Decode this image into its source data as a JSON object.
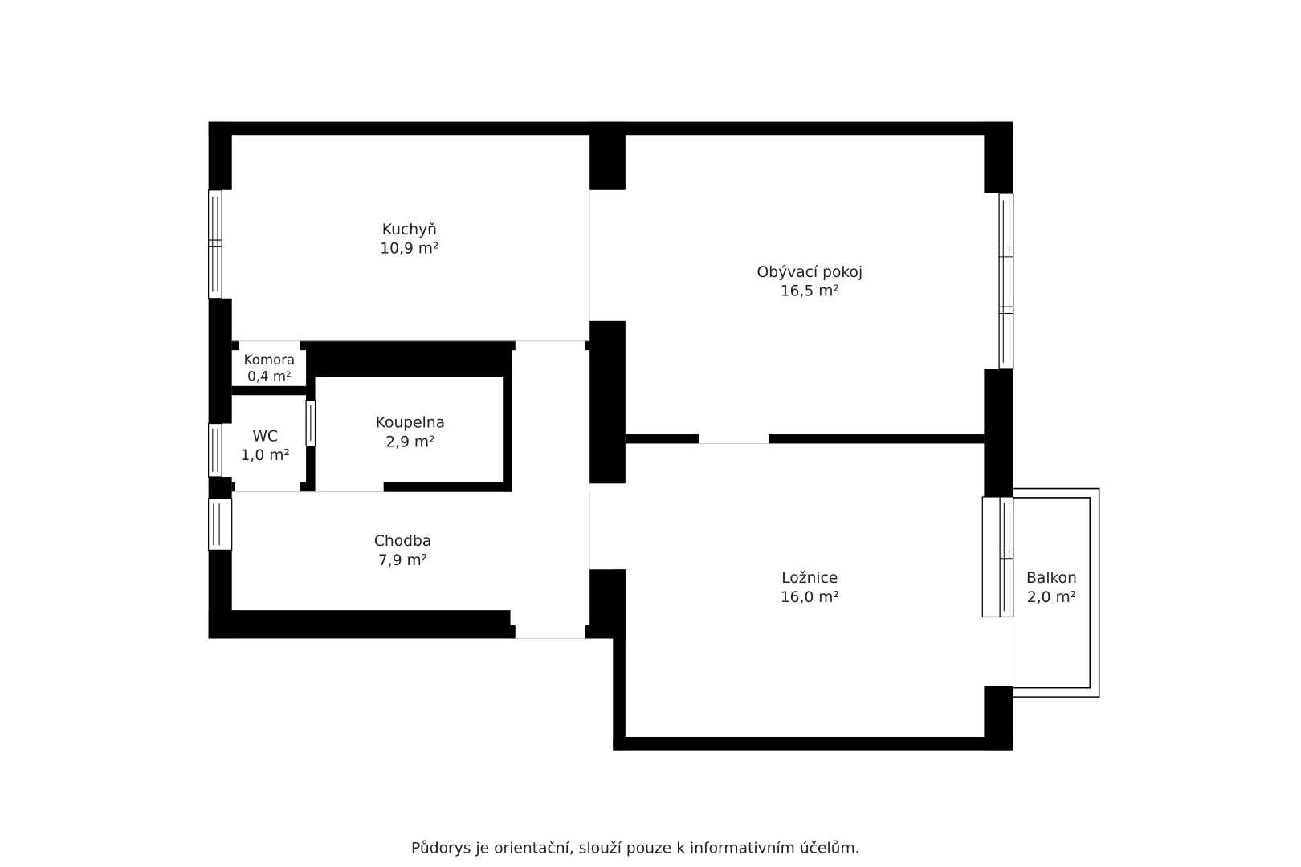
{
  "rooms": [
    {
      "name": "Kuchyň",
      "area": "10,9 m²"
    },
    {
      "name": "Obývací pokoj",
      "area": "16,5 m²"
    },
    {
      "name": "Komora",
      "area": "0,4 m²"
    },
    {
      "name": "WC",
      "area": "1,0 m²"
    },
    {
      "name": "Koupelna",
      "area": "2,9 m²"
    },
    {
      "name": "Chodba",
      "area": "7,9 m²"
    },
    {
      "name": "Ložnice",
      "area": "16,0 m²"
    },
    {
      "name": "Balkon",
      "area": "2,0 m²"
    }
  ],
  "footer": "Půdorys je orientační, slouží pouze k informativním účelům.",
  "colors": {
    "wall": "#000000",
    "background": "#ffffff"
  }
}
